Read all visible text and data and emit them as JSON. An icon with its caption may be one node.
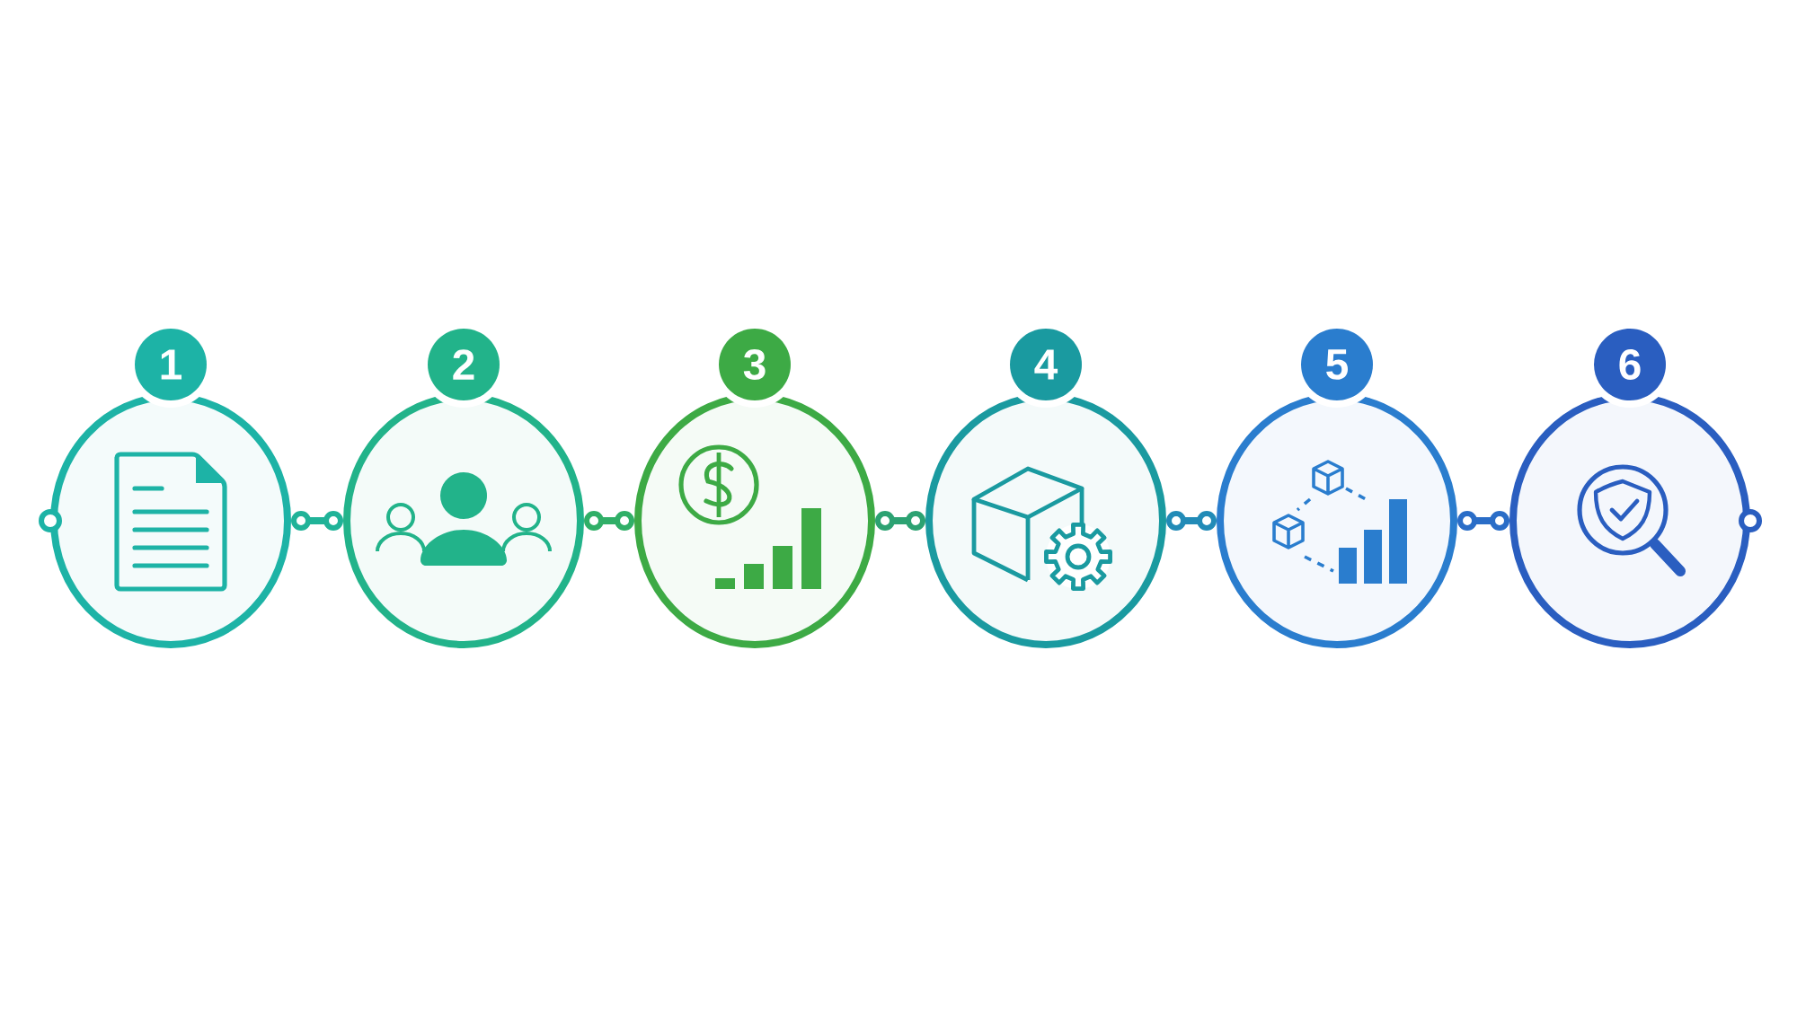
{
  "diagram": {
    "nodes": [
      {
        "text": [
          "1"
        ]
      },
      {
        "text": [
          "2"
        ]
      },
      {
        "text": [
          "3"
        ]
      },
      {
        "text": [
          "4"
        ]
      },
      {
        "text": [
          "5"
        ]
      },
      {
        "text": [
          "6"
        ]
      }
    ],
    "edges": [
      {
        "from": 0,
        "to": 1,
        "arrow": "other"
      },
      {
        "from": 1,
        "to": 2,
        "arrow": "other"
      },
      {
        "from": 2,
        "to": 3,
        "arrow": "other"
      },
      {
        "from": 3,
        "to": 4,
        "arrow": "other"
      },
      {
        "from": 4,
        "to": 5,
        "arrow": "other"
      }
    ]
  }
}
